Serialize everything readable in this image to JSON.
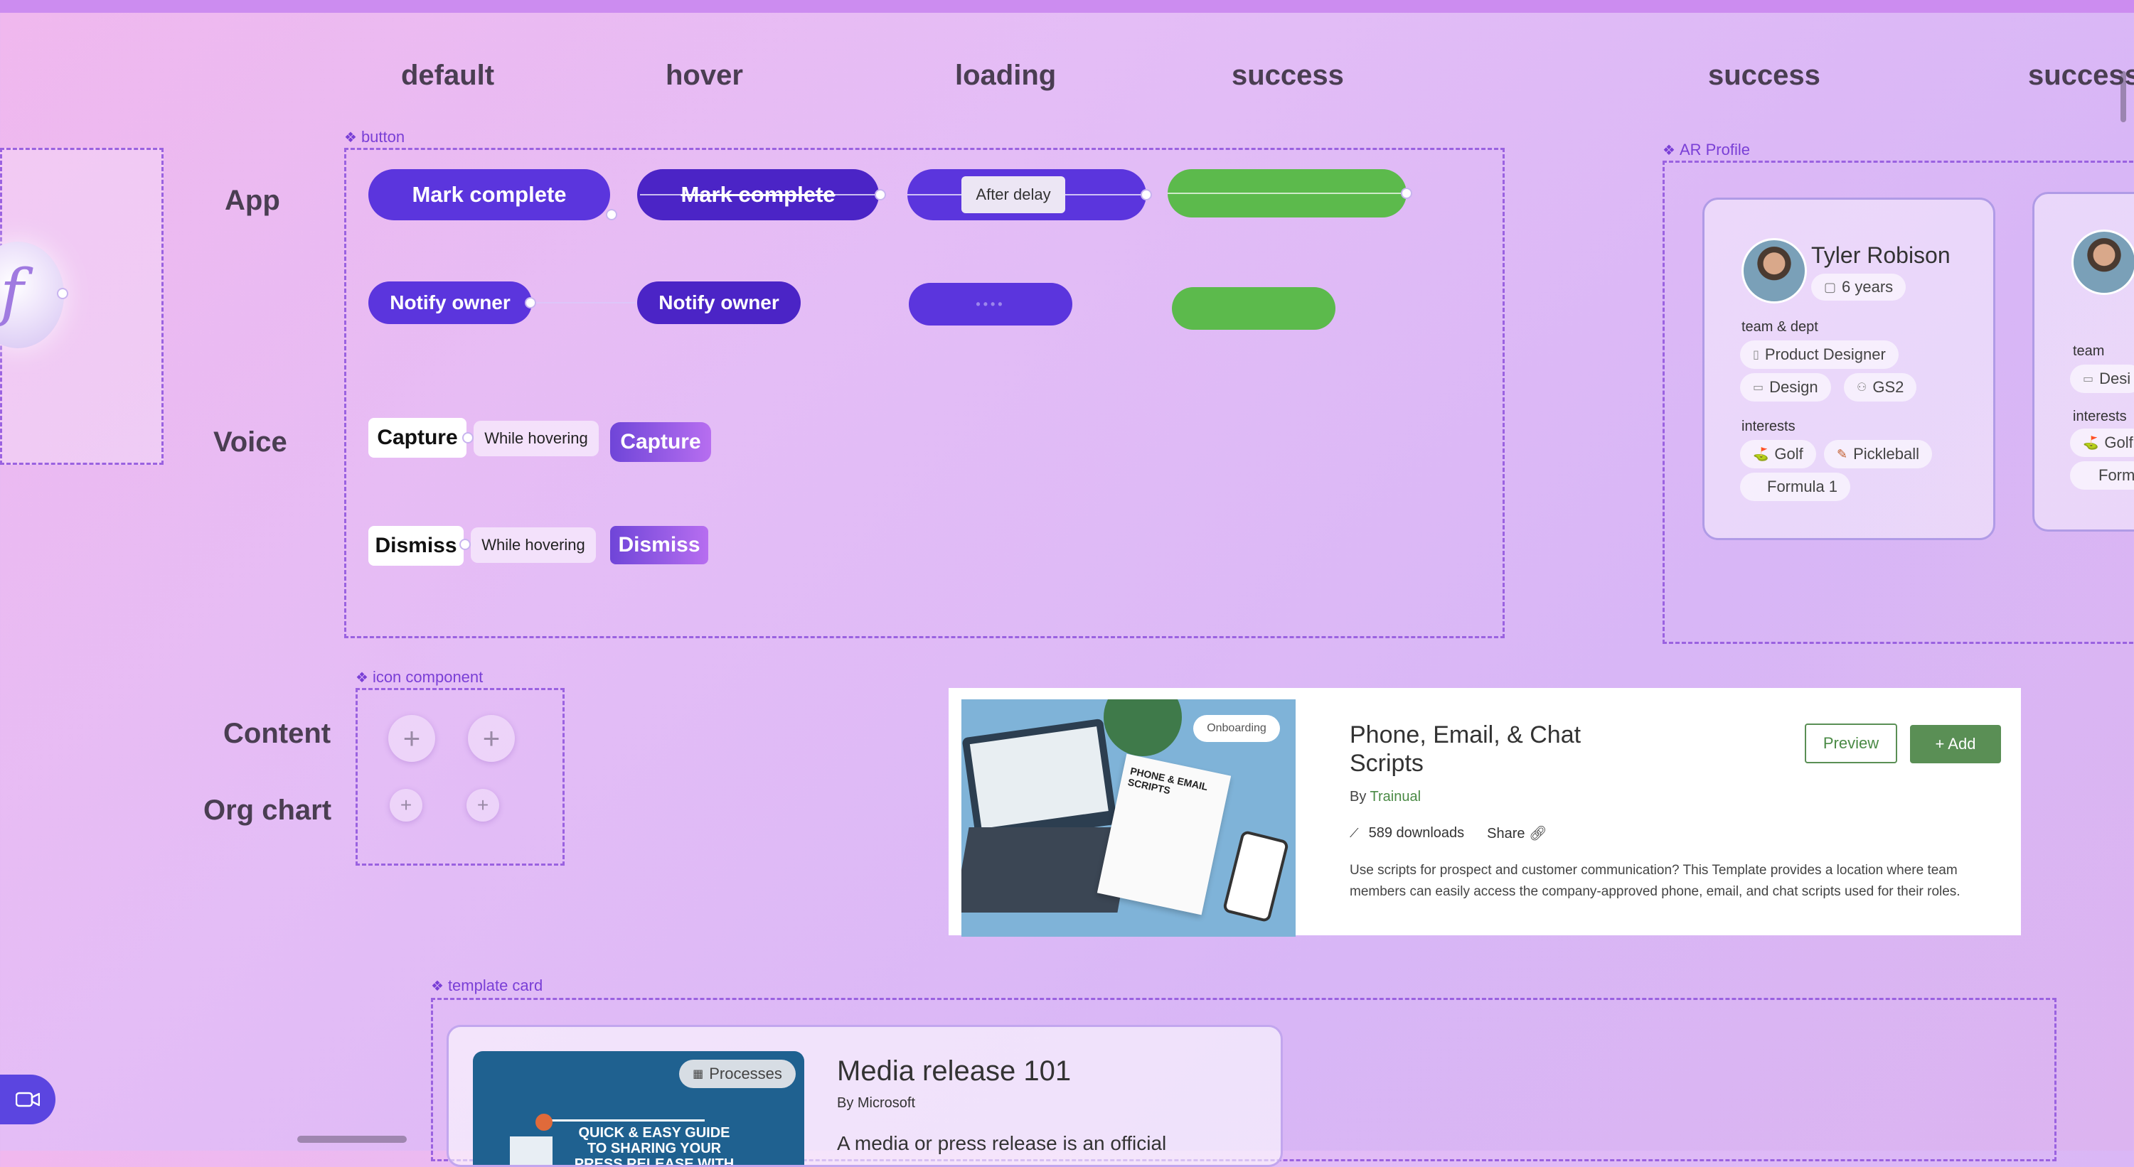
{
  "columns": {
    "default": "default",
    "hover": "hover",
    "loading": "loading",
    "success": "success",
    "success2": "success",
    "success3": "success"
  },
  "rows": {
    "app": "App",
    "voice": "Voice",
    "content": "Content",
    "org_chart": "Org chart"
  },
  "frames": {
    "button": "button",
    "ar_profile": "AR Profile",
    "icon_component": "icon component",
    "template_card": "template card"
  },
  "buttons": {
    "mark_complete": "Mark complete",
    "mark_complete_hover": "Mark complete",
    "after_delay": "After delay",
    "notify_owner": "Notify owner",
    "notify_owner_hover": "Notify owner",
    "loading_dots": "••••",
    "capture": "Capture",
    "capture_hover": "Capture",
    "dismiss": "Dismiss",
    "dismiss_hover": "Dismiss",
    "while_hovering": "While hovering",
    "while_hovering2": "While hovering"
  },
  "profile": {
    "name": "Tyler Robison",
    "tenure": "6 years",
    "team_label": "team & dept",
    "role": "Product Designer",
    "dept": "Design",
    "group": "GS2",
    "interests_label": "interests",
    "interests": [
      "Golf",
      "Pickleball",
      "Formula 1"
    ],
    "partial_team_label": "team",
    "partial_role": "Desi",
    "partial_interests_label": "interests",
    "partial_interest1": "Golf",
    "partial_interest2": "Form"
  },
  "template_card": {
    "badge": "Onboarding",
    "title": "Phone, Email, & Chat Scripts",
    "by_prefix": "By",
    "author": "Trainual",
    "downloads": "589 downloads",
    "share": "Share",
    "preview": "Preview",
    "add": "+ Add",
    "description": "Use scripts for prospect and customer communication? This Template provides a location where team members can easily access the company-approved phone, email, and chat scripts used for their roles.",
    "image_caption": "PHONE & EMAIL SCRIPTS"
  },
  "media_card": {
    "badge": "Processes",
    "title": "Media release 101",
    "author": "By Microsoft",
    "description": "A media or press release is an official",
    "image_text": "QUICK & EASY GUIDE TO SHARING YOUR PRESS RELEASE WITH"
  },
  "icons": {
    "video": "video-camera-icon",
    "plus": "plus-icon",
    "calendar": "calendar-icon",
    "building": "building-icon",
    "people": "people-icon",
    "golf": "golf-icon",
    "pickleball": "pickleball-icon",
    "chart": "chart-icon",
    "link": "link-icon"
  }
}
